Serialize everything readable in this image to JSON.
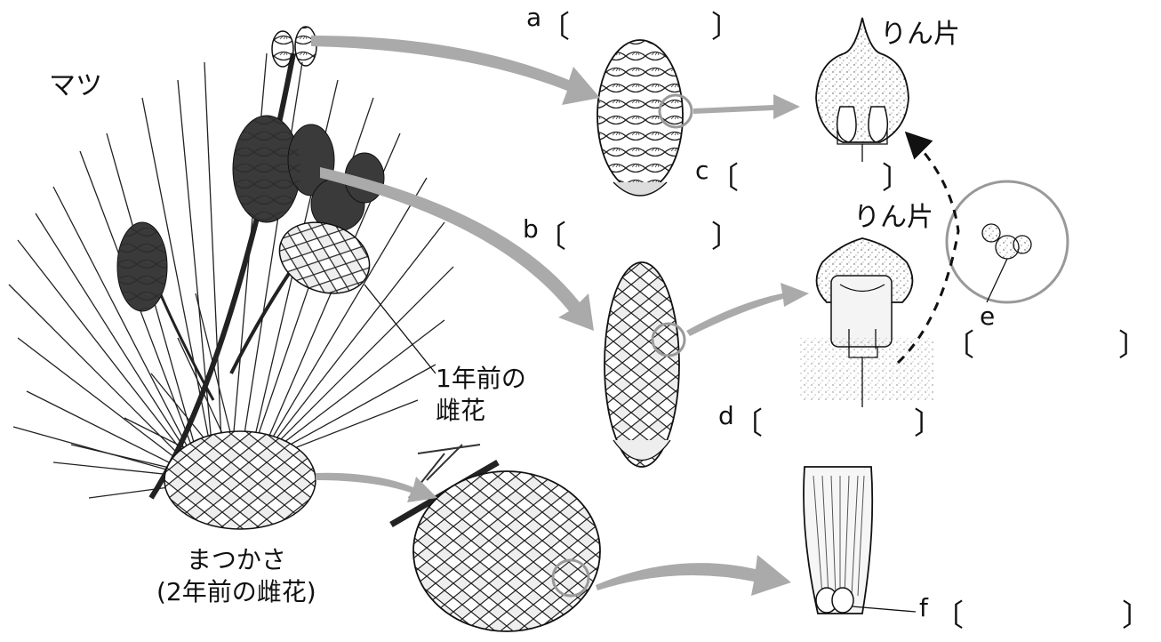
{
  "title": "マツ",
  "labels": {
    "a": "a",
    "b": "b",
    "c": "c",
    "d": "d",
    "e": "e",
    "f": "f",
    "scale_top": "りん片",
    "scale_mid": "りん片",
    "prev_year_line1": "1年前の",
    "prev_year_line2": "雌花",
    "pinecone_line1": "まつかさ",
    "pinecone_line2": "(2年前の雌花)"
  },
  "brackets": {
    "open": "〔",
    "close": "〕"
  }
}
